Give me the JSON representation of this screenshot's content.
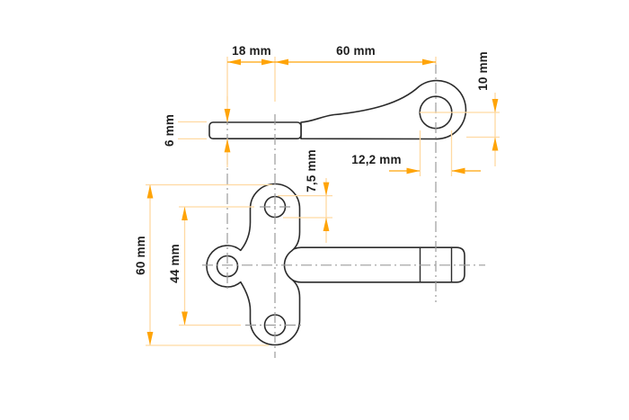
{
  "drawing": {
    "type": "technical-dimension-drawing",
    "background": "#ffffff",
    "colors": {
      "dimension_accent": "#ffa408",
      "extension_line": "#ffd9a2",
      "centerline": "#9b9b9b",
      "part_outline": "#2b2b2b",
      "label_text": "#1d1d1d"
    },
    "side_view": {
      "dim_offset": "18 mm",
      "dim_length": "60 mm",
      "dim_thickness": "6 mm",
      "dim_end_height": "10 mm",
      "dim_hole_diameter": "12,2 mm"
    },
    "plan_view": {
      "dim_hole_diameter": "7,5 mm",
      "dim_overall_height": "60 mm",
      "dim_hole_spacing": "44 mm"
    }
  }
}
